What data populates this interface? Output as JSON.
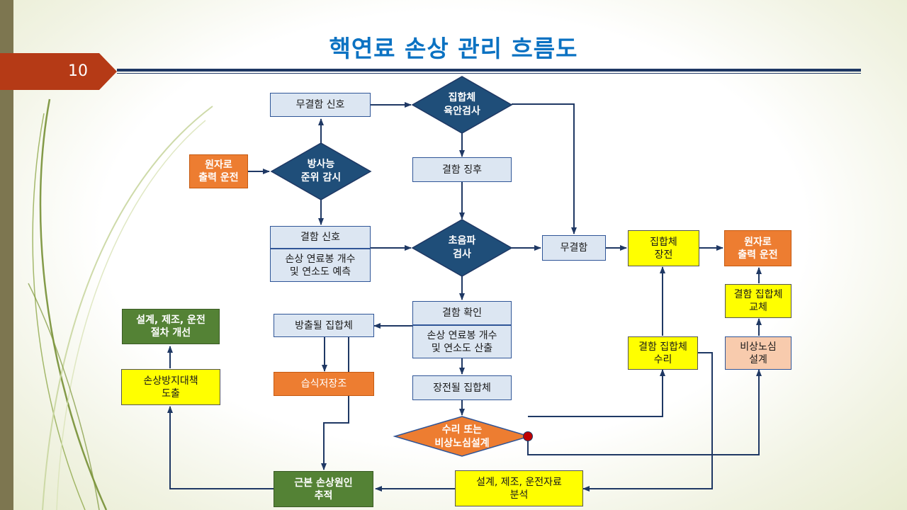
{
  "title": "핵연료 손상 관리 흐름도",
  "page_number": "10",
  "nodes": {
    "no_defect_signal": "무결함 신호",
    "assembly_visual": "집합체\n육안검사",
    "reactor_power_left": "원자로\n출력 운전",
    "radioactivity_monitor": "방사능\n준위 감시",
    "defect_sign": "결함 징후",
    "defect_signal": "결함 신호",
    "damaged_rods_predict": "손상 연료봉 개수\n및 연소도 예측",
    "ultrasonic": "초음파\n검사",
    "no_defect": "무결함",
    "assembly_load": "집합체\n장전",
    "reactor_power_right": "원자로\n출력 운전",
    "replace_assembly": "결함 집합체\n교체",
    "emergency_core": "비상노심\n설계",
    "repair_assembly": "결함 집합체\n수리",
    "defect_confirm": "결함 확인",
    "damaged_rods_calc": "손상 연료봉 개수\n및 연소도 산출",
    "discharge_assembly": "방출될 집합체",
    "wet_storage": "습식저장조",
    "loaded_assembly": "장전될 집합체",
    "repair_or_core": "수리 또는\n비상노심설계",
    "design_improve": "설계, 제조, 운전\n절차 개선",
    "prevention": "손상방지대책\n도출",
    "root_cause": "근본 손상원인\n추적",
    "data_analysis": "설계, 제조, 운전자료\n분석"
  },
  "colors": {
    "accent": "#0b72c2",
    "navy": "#1f3864",
    "orange": "#ed7d31",
    "yellow": "#ffff00",
    "green": "#548235",
    "light_blue": "#dce6f2",
    "peach": "#f8cbad",
    "red_dot": "#c00000",
    "page_tab": "#b53a16"
  }
}
